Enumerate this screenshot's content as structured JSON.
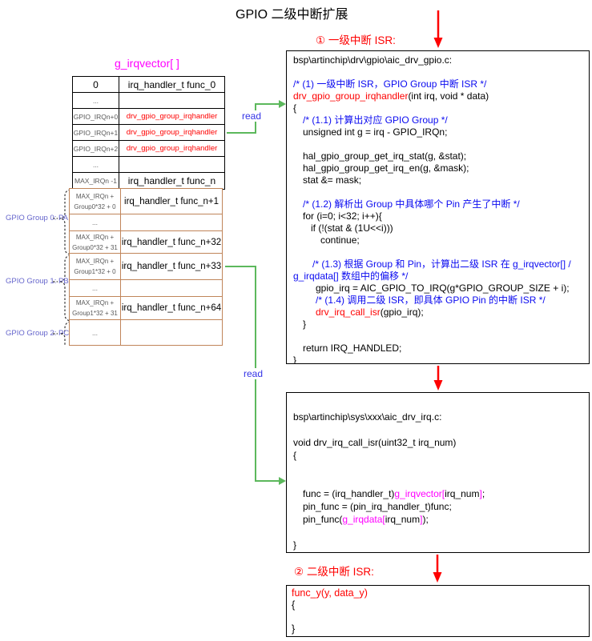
{
  "title": "GPIO 二级中断扩展",
  "annotations": {
    "isr1_label": "① 一级中断 ISR:",
    "isr2_label": "② 二级中断 ISR:",
    "read_label_1": "read",
    "read_label_2": "read"
  },
  "colors": {
    "comment_blue": "#0a0af0",
    "code_red": "#fe0000",
    "magenta": "#ff00ff",
    "arrow_green": "#5cb85c",
    "arrow_red": "#fe0000",
    "group_label_blue": "#6666cc",
    "secondary_table_border": "#c0855a"
  },
  "vector_table": {
    "heading": "g_irqvector[ ]",
    "primary_rows": [
      {
        "label": "0",
        "label_cls": "big",
        "value": "irq_handler_t func_0",
        "value_cls": "fn"
      },
      {
        "label": "...",
        "label_cls": "small",
        "value": "",
        "value_cls": "fn"
      },
      {
        "label": "GPIO_IRQn+0",
        "label_cls": "small",
        "value": "drv_gpio_group_irqhandler",
        "value_cls": "red"
      },
      {
        "label": "GPIO_IRQn+1",
        "label_cls": "small",
        "value": "drv_gpio_group_irqhandler",
        "value_cls": "red"
      },
      {
        "label": "GPIO_IRQn+2",
        "label_cls": "small",
        "value": "drv_gpio_group_irqhandler",
        "value_cls": "red"
      },
      {
        "label": "...",
        "label_cls": "small",
        "value": "",
        "value_cls": "fn"
      },
      {
        "label": "MAX_IRQn -1",
        "label_cls": "small",
        "value": "irq_handler_t func_n",
        "value_cls": "fn"
      }
    ],
    "secondary_rows": [
      {
        "label": "MAX_IRQn +\nGroup0*32 + 0",
        "label_cls": "lbl2",
        "value": "irq_handler_t func_n+1",
        "value_cls": "fn2",
        "h": 32
      },
      {
        "label": "...",
        "label_cls": "small",
        "value": "",
        "value_cls": "fn2",
        "h": 21
      },
      {
        "label": "MAX_IRQn +\nGroup0*32 + 31",
        "label_cls": "lbl2",
        "value": "irq_handler_t func_n+32",
        "value_cls": "fn2",
        "h": 28
      },
      {
        "label": "MAX_IRQn +\nGroup1*32 + 0",
        "label_cls": "lbl2",
        "value": "irq_handler_t func_n+33",
        "value_cls": "fn2",
        "h": 33
      },
      {
        "label": "...",
        "label_cls": "small",
        "value": "",
        "value_cls": "fn2",
        "h": 21
      },
      {
        "label": "MAX_IRQn +\nGroup1*32 + 31",
        "label_cls": "lbl2",
        "value": "irq_handler_t func_n+64",
        "value_cls": "fn2",
        "h": 29
      },
      {
        "label": "...",
        "label_cls": "small",
        "value": "",
        "value_cls": "fn2",
        "h": 31
      }
    ],
    "group_labels": [
      "GPIO Group 0: PA",
      "GPIO Group 1: PB",
      "GPIO Group 2: PC"
    ]
  },
  "code_box_1": {
    "lines": [
      {
        "in": 0,
        "seg": [
          [
            "bsp\\artinchip\\drv\\gpio\\aic_drv_gpio.c:",
            "k"
          ]
        ]
      },
      {
        "in": 0,
        "seg": []
      },
      {
        "in": 0,
        "seg": [
          [
            "/* (1) 一级中断 ISR，GPIO Group 中断 ISR */",
            "c"
          ]
        ]
      },
      {
        "in": 0,
        "seg": [
          [
            "drv_gpio_group_irqhandler",
            "r"
          ],
          [
            "(int irq, void * data)",
            "k"
          ]
        ]
      },
      {
        "in": 0,
        "seg": [
          [
            "{",
            "k"
          ]
        ]
      },
      {
        "in": 12,
        "seg": [
          [
            "/* (1.1) 计算出对应 GPIO Group */",
            "c"
          ]
        ]
      },
      {
        "in": 12,
        "seg": [
          [
            "unsigned int g = irq - GPIO_IRQn;",
            "k"
          ]
        ]
      },
      {
        "in": 0,
        "seg": []
      },
      {
        "in": 12,
        "seg": [
          [
            "hal_gpio_group_get_irq_stat(g, &stat);",
            "k"
          ]
        ]
      },
      {
        "in": 12,
        "seg": [
          [
            "hal_gpio_group_get_irq_en(g, &mask);",
            "k"
          ]
        ]
      },
      {
        "in": 12,
        "seg": [
          [
            "stat &= mask;",
            "k"
          ]
        ]
      },
      {
        "in": 0,
        "seg": []
      },
      {
        "in": 12,
        "seg": [
          [
            "/* (1.2) 解析出 Group 中具体哪个 Pin 产生了中断 */",
            "c"
          ]
        ]
      },
      {
        "in": 12,
        "seg": [
          [
            "for (i=0; i<32; i++){",
            "k"
          ]
        ]
      },
      {
        "in": 22,
        "seg": [
          [
            "if (!(stat & (1U<<i)))",
            "k"
          ]
        ]
      },
      {
        "in": 34,
        "seg": [
          [
            "continue;",
            "k"
          ]
        ]
      },
      {
        "in": 0,
        "seg": []
      },
      {
        "in": 24,
        "seg": [
          [
            "/* (1.3) 根据 Group 和 Pin，计算出二级 ISR 在 g_irqvector[] /",
            "c"
          ]
        ]
      },
      {
        "in": 0,
        "seg": [
          [
            "g_irqdata[] 数组中的偏移 */",
            "c"
          ]
        ]
      },
      {
        "in": 28,
        "seg": [
          [
            "gpio_irq = AIC_GPIO_TO_IRQ(g*GPIO_GROUP_SIZE + i);",
            "k"
          ]
        ]
      },
      {
        "in": 28,
        "seg": [
          [
            "/* (1.4) 调用二级 ISR，即具体 GPIO Pin 的中断 ISR */",
            "c"
          ]
        ]
      },
      {
        "in": 28,
        "seg": [
          [
            "drv_irq_call_isr",
            "r"
          ],
          [
            "(gpio_irq);",
            "k"
          ]
        ]
      },
      {
        "in": 12,
        "seg": [
          [
            "}",
            "k"
          ]
        ]
      },
      {
        "in": 0,
        "seg": []
      },
      {
        "in": 12,
        "seg": [
          [
            "return IRQ_HANDLED;",
            "k"
          ]
        ]
      },
      {
        "in": 0,
        "seg": [
          [
            "}",
            "k"
          ]
        ]
      }
    ]
  },
  "code_box_2": {
    "lines": [
      {
        "in": 0,
        "seg": [
          [
            "bsp\\artinchip\\sys\\xxx\\aic_drv_irq.c:",
            "k"
          ]
        ]
      },
      {
        "in": 0,
        "seg": []
      },
      {
        "in": 0,
        "seg": [
          [
            "void drv_irq_call_isr(uint32_t irq_num)",
            "k"
          ]
        ]
      },
      {
        "in": 0,
        "seg": [
          [
            "{",
            "k"
          ]
        ]
      },
      {
        "in": 0,
        "seg": []
      },
      {
        "in": 0,
        "seg": []
      },
      {
        "in": 12,
        "seg": [
          [
            "func = (irq_handler_t)",
            "k"
          ],
          [
            "g_irqvector[",
            "m"
          ],
          [
            "irq_num",
            "k"
          ],
          [
            "]",
            "m"
          ],
          [
            ";",
            "k"
          ]
        ]
      },
      {
        "in": 12,
        "seg": [
          [
            "pin_func = (pin_irq_handler_t)func;",
            "k"
          ]
        ]
      },
      {
        "in": 12,
        "seg": [
          [
            "pin_func(",
            "k"
          ],
          [
            "g_irqdata[",
            "m"
          ],
          [
            "irq_num",
            "k"
          ],
          [
            "]",
            "m"
          ],
          [
            ");",
            "k"
          ]
        ]
      },
      {
        "in": 0,
        "seg": []
      },
      {
        "in": 0,
        "seg": [
          [
            "}",
            "k"
          ]
        ]
      }
    ]
  },
  "code_box_3": {
    "lines": [
      {
        "in": 0,
        "seg": [
          [
            "func_y(y, data_y)",
            "r"
          ]
        ]
      },
      {
        "in": 0,
        "seg": [
          [
            "{",
            "k"
          ]
        ]
      },
      {
        "in": 0,
        "seg": []
      },
      {
        "in": 0,
        "seg": [
          [
            "}",
            "k"
          ]
        ]
      }
    ]
  }
}
